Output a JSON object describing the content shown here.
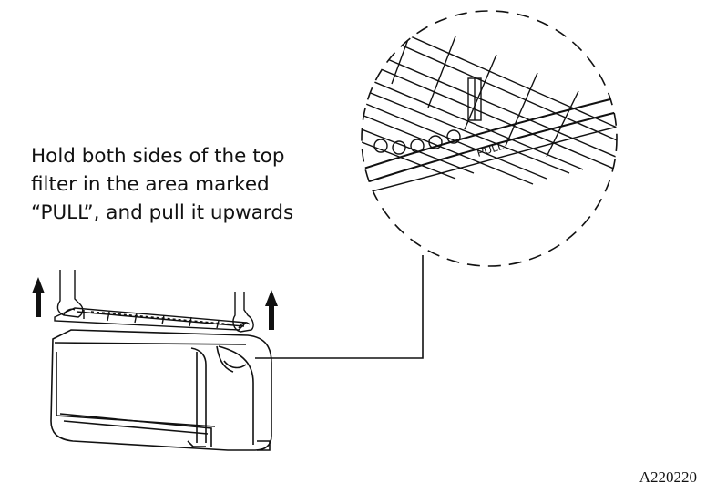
{
  "instruction": {
    "line1": "Hold both sides of the top",
    "line2": "filter in the area marked",
    "line3": "“PULL”, and pull it upwards"
  },
  "callout": {
    "label": "PULL"
  },
  "figure_code": "A220220",
  "colors": {
    "ink": "#111111",
    "background": "#ffffff"
  },
  "icons": [
    "up-arrow-icon",
    "up-arrow-icon",
    "hand-icon",
    "hand-icon"
  ]
}
